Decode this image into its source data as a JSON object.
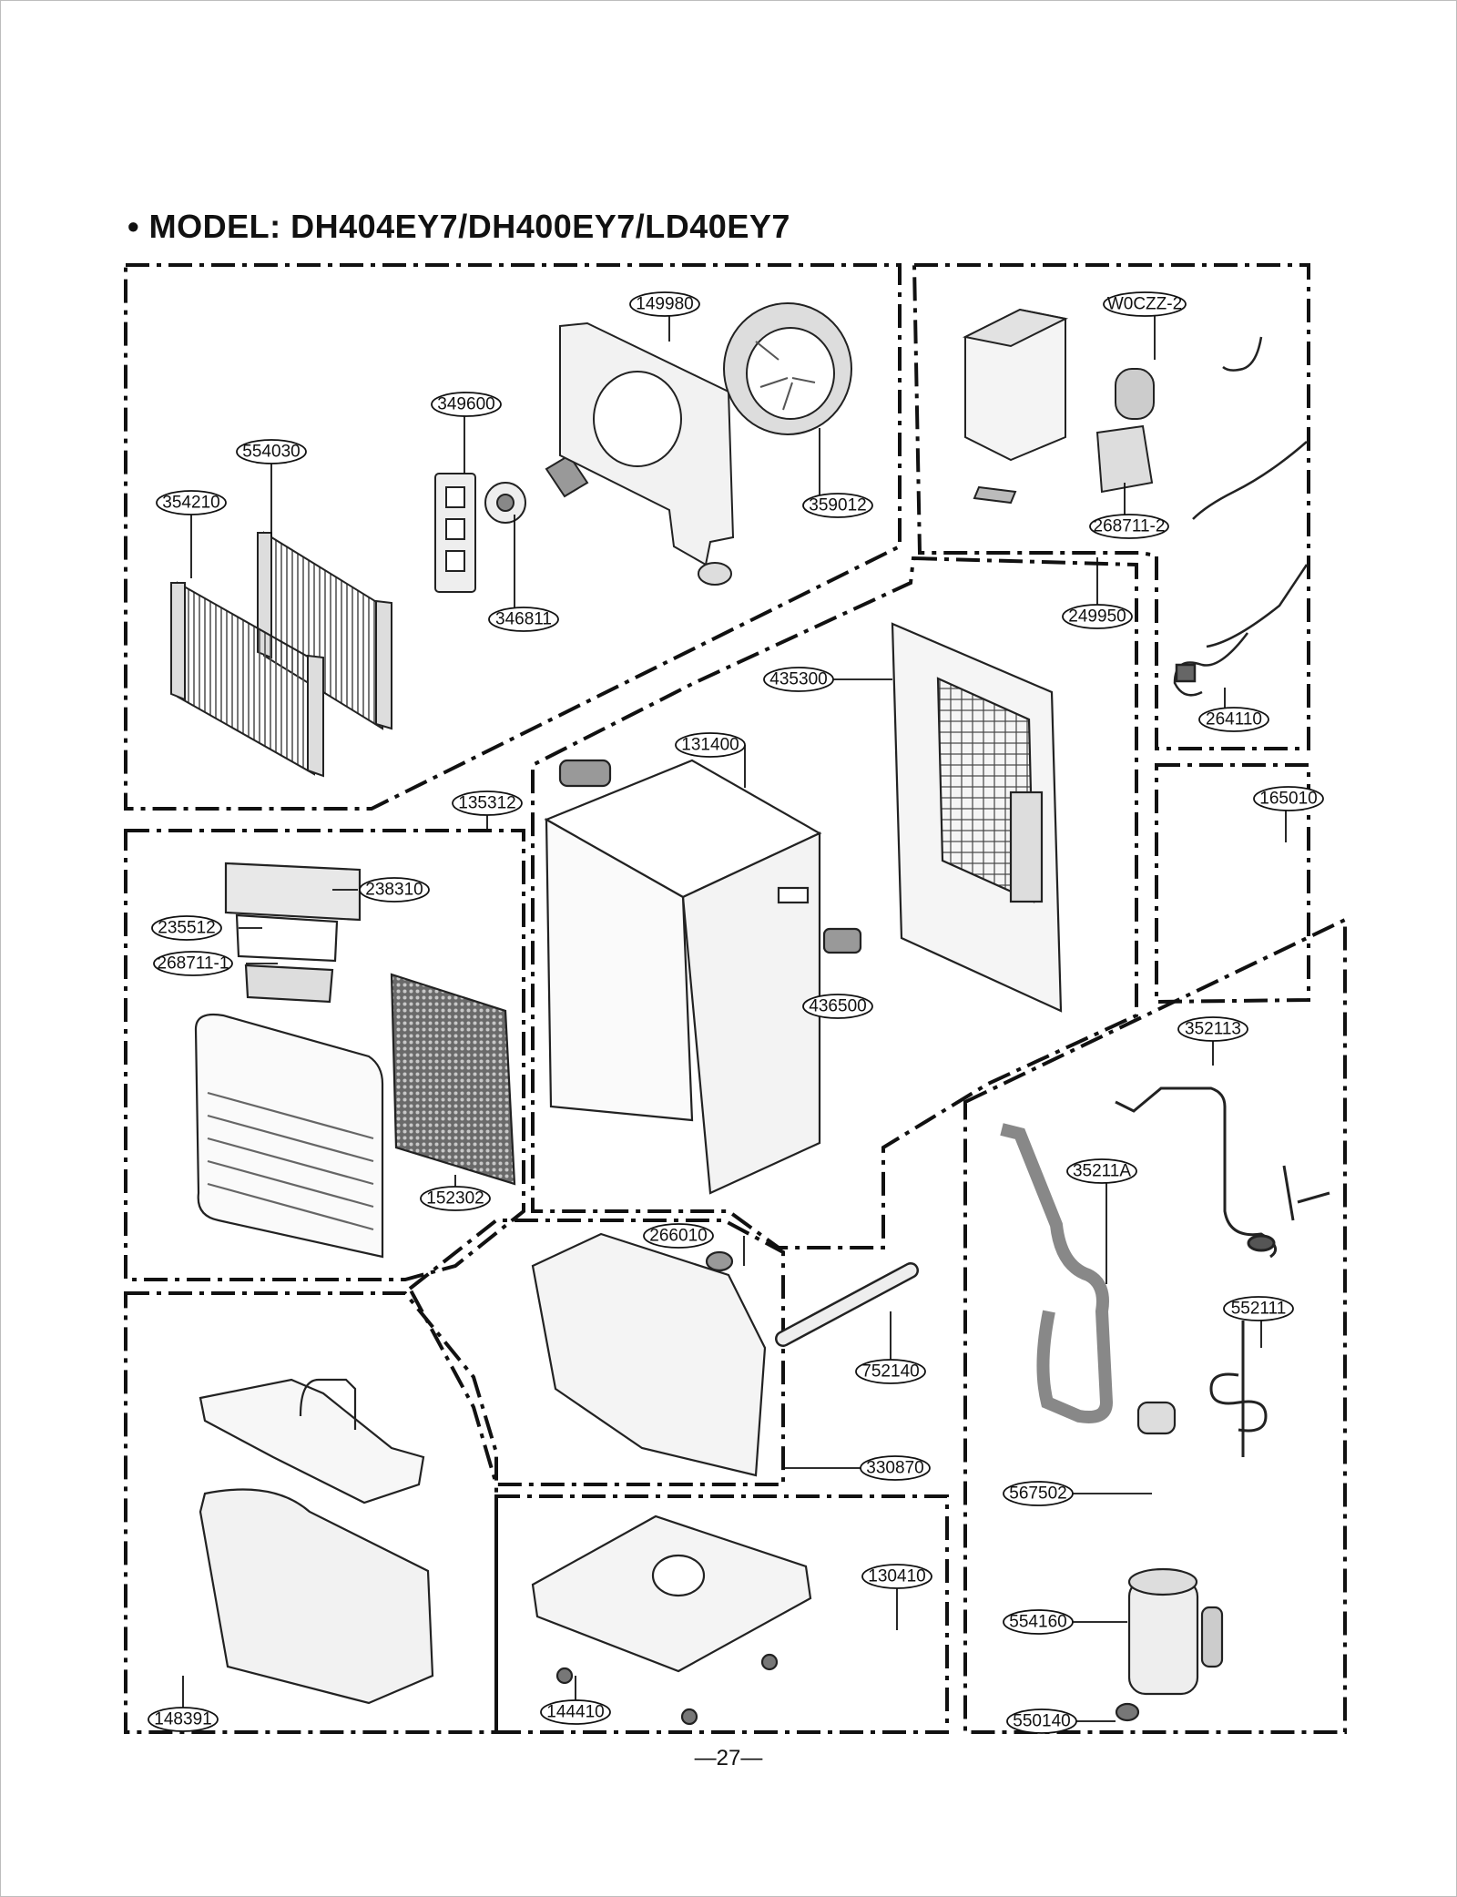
{
  "title": "• MODEL: DH404EY7/DH400EY7/LD40EY7",
  "page_number": "—27—",
  "part_labels": {
    "p149980": "149980",
    "p349600": "349600",
    "p554030": "554030",
    "p354210": "354210",
    "p359012": "359012",
    "p346811": "346811",
    "pW0CZZ2": "W0CZZ-2",
    "p268711_2": "268711-2",
    "p249950": "249950",
    "p264110": "264110",
    "p435300": "435300",
    "p131400": "131400",
    "p135312": "135312",
    "p238310": "238310",
    "p235512": "235512",
    "p268711_1": "268711-1",
    "p436500": "436500",
    "p152302": "152302",
    "p165010": "165010",
    "p352113": "352113",
    "p35211A": "35211A",
    "p552111": "552111",
    "p266010": "266010",
    "p752140": "752140",
    "p330870": "330870",
    "p567502": "567502",
    "p130410": "130410",
    "p554160": "554160",
    "p148391": "148391",
    "p144410": "144410",
    "p550140": "550140"
  }
}
